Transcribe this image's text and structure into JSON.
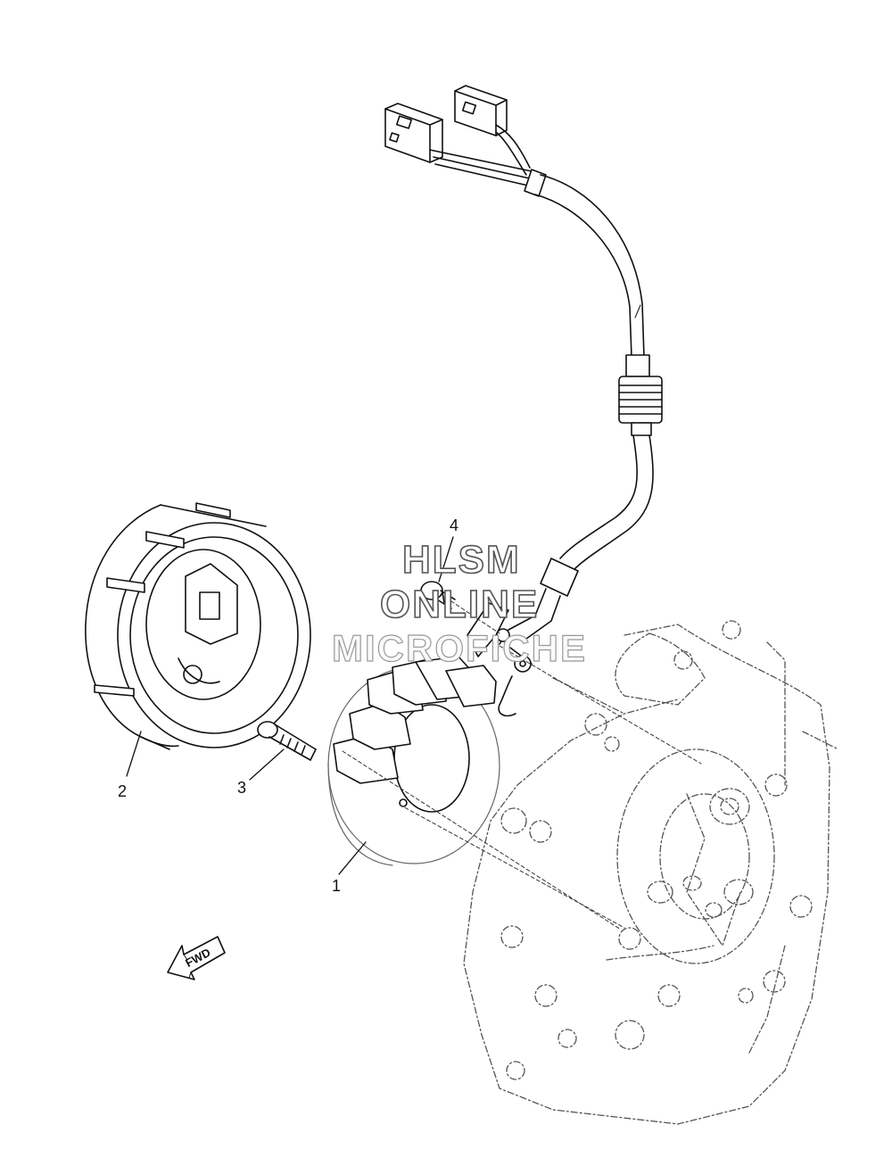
{
  "callouts": {
    "c1": "1",
    "c2": "2",
    "c3": "3",
    "c4": "4"
  },
  "arrow": {
    "label": "FWD"
  },
  "watermark": {
    "line1": "HLSM",
    "line2": "ONLINE",
    "line3": "MICROFICHE"
  },
  "colors": {
    "line": "#111111",
    "phantom": "#555555",
    "background": "#ffffff"
  }
}
